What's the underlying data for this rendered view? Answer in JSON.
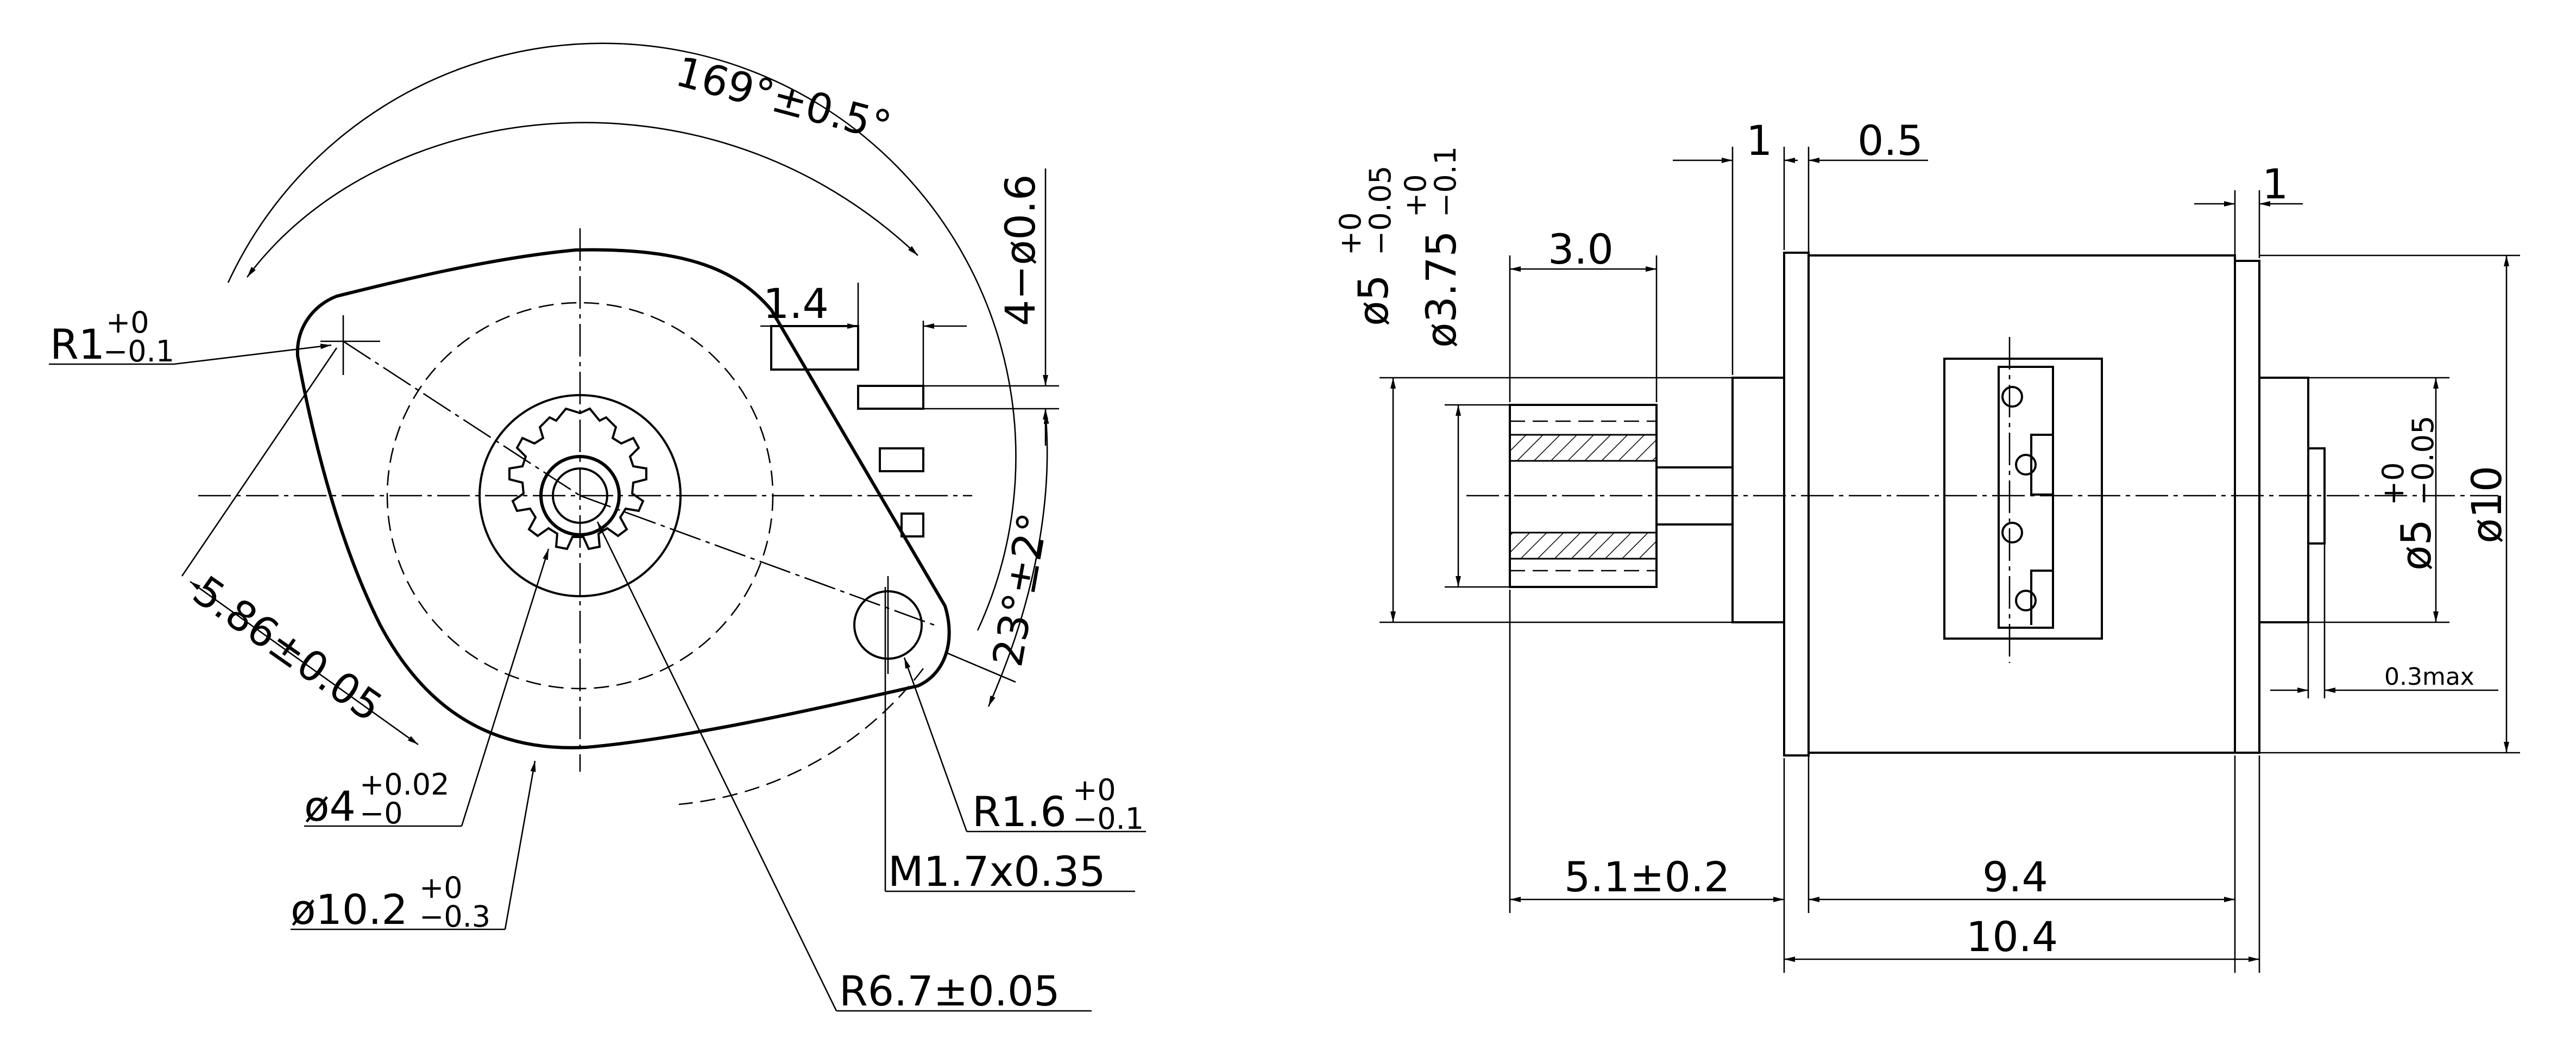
{
  "colors": {
    "ink": "#000000",
    "paper": "#ffffff"
  },
  "front_view": {
    "angle_169": "169°±0.5°",
    "r1_base": "R1",
    "r1_tol_top": "+0",
    "r1_tol_bot": "−0.1",
    "d586": "5.86±0.05",
    "d14": "1.4",
    "pins_4": "4−ø0.6",
    "angle_23": "23°±2°",
    "d4_base": "ø4",
    "d4_tol_top": "+0.02",
    "d4_tol_bot": "−0",
    "d102_base": "ø10.2",
    "d102_tol_top": "+0",
    "d102_tol_bot": "−0.3",
    "r16_base": "R1.6",
    "r16_tol_top": "+0",
    "r16_tol_bot": "−0.1",
    "m17": "M1.7x0.35",
    "r67": "R6.7±0.05"
  },
  "side_view": {
    "d1_top": "1",
    "d05": "0.5",
    "d1_right": "1",
    "d30": "3.0",
    "d5_base": "ø5",
    "d5_tol_top": "+0",
    "d5_tol_bot": "−0.05",
    "d375_base": "ø3.75",
    "d375_tol_top": "+0",
    "d375_tol_bot": "−0.1",
    "d5r_base": "ø5",
    "d5r_tol_top": "+0",
    "d5r_tol_bot": "−0.05",
    "d10": "ø10",
    "d03max": "0.3max",
    "d51": "5.1±0.2",
    "d94": "9.4",
    "d104": "10.4"
  }
}
